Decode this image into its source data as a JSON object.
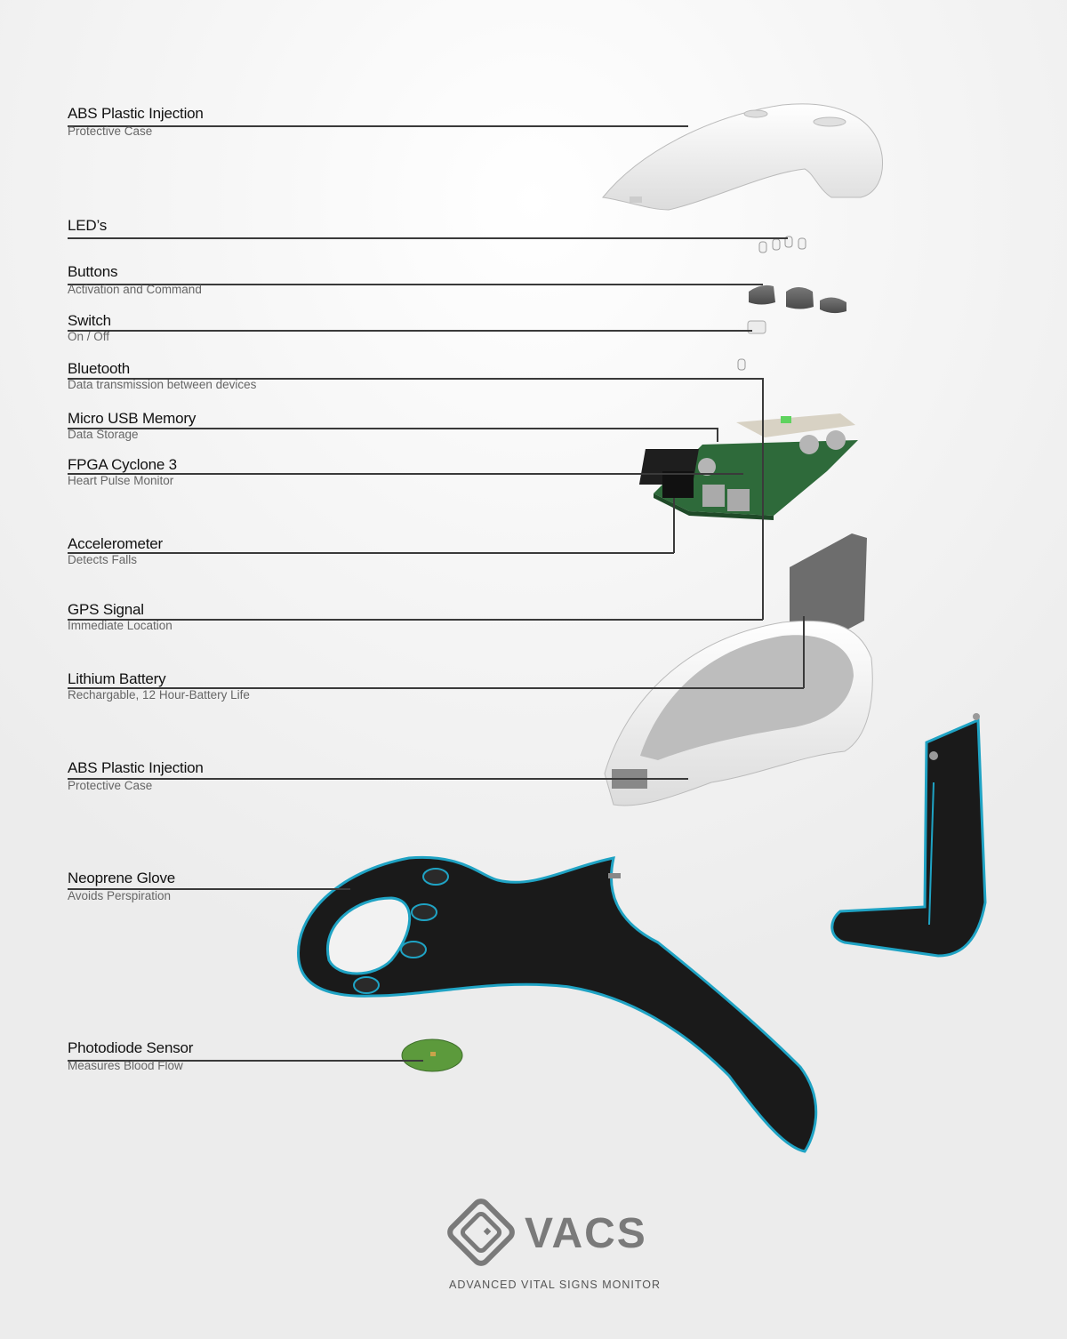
{
  "components": [
    {
      "title": "ABS Plastic Injection",
      "subtitle": "Protective Case"
    },
    {
      "title": "LED’s",
      "subtitle": ""
    },
    {
      "title": "Buttons",
      "subtitle": "Activation and Command"
    },
    {
      "title": "Switch",
      "subtitle": "On / Off"
    },
    {
      "title": "Bluetooth",
      "subtitle": "Data transmission between devices"
    },
    {
      "title": "Micro USB Memory",
      "subtitle": "Data Storage"
    },
    {
      "title": "FPGA Cyclone 3",
      "subtitle": "Heart Pulse Monitor"
    },
    {
      "title": "Accelerometer",
      "subtitle": "Detects Falls"
    },
    {
      "title": "GPS Signal",
      "subtitle": "Immediate Location"
    },
    {
      "title": "Lithium Battery",
      "subtitle": "Rechargable, 12 Hour-Battery Life"
    },
    {
      "title": "ABS Plastic Injection",
      "subtitle": "Protective Case"
    },
    {
      "title": "Neoprene Glove",
      "subtitle": "Avoids Perspiration"
    },
    {
      "title": "Photodiode Sensor",
      "subtitle": "Measures Blood Flow"
    }
  ],
  "brand": {
    "name": "VACS",
    "tagline": "ADVANCED VITAL SIGNS MONITOR",
    "logo_icon": "diamond-logo-icon"
  },
  "colors": {
    "accent_cyan": "#1fa3c4",
    "glove_black": "#1a1a1a",
    "pcb_green": "#2e6a3a",
    "logo_gray": "#7a7a7a",
    "leader_line": "#3a3a3a"
  }
}
